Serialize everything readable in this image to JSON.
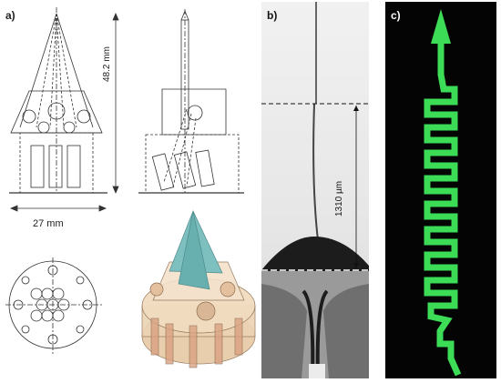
{
  "figure": {
    "panels": [
      {
        "label": "a)"
      },
      {
        "label": "b)"
      },
      {
        "label": "c)"
      }
    ],
    "dimensions": {
      "height": "48.2 mm",
      "width": "27 mm",
      "gap": "1310 µm"
    },
    "colors": {
      "cone": "#6fb7b6",
      "body": "#e9cfae",
      "channel": "#3ddc56",
      "background_c": "#040404"
    }
  }
}
